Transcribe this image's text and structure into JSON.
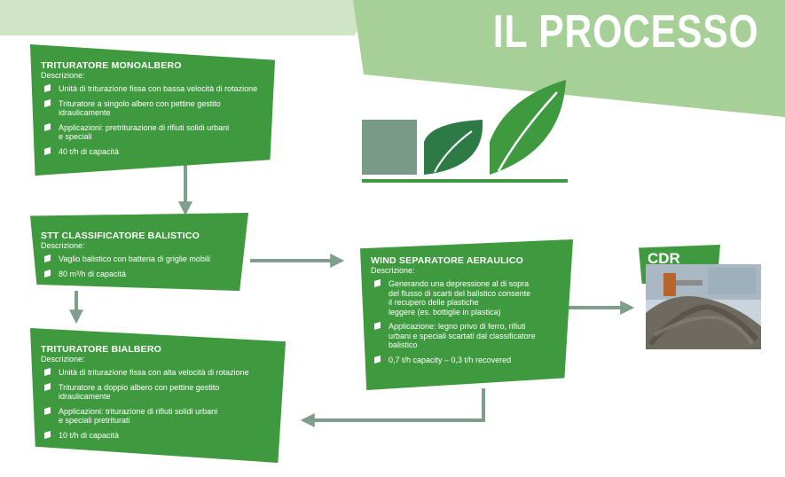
{
  "title": "IL PROCESSO",
  "colors": {
    "accent": "#3f9a3f",
    "band": "#a7cf98",
    "leaf_dark": "#2e7a46",
    "leaf_grey": "#7a9a88"
  },
  "boxes": [
    {
      "id": "monoalbero",
      "title": "TRITURATORE MONOALBERO",
      "desc": "Descrizione:",
      "items": [
        "Unità di triturazione fissa con bassa velocità di rotazione",
        "Trituratore a singolo albero con pettine gestito\nidraulicamente",
        "Applicazioni: pretriturazione di rifiuti solidi urbani\ne speciali",
        "40 t/h di capacità"
      ]
    },
    {
      "id": "balistico",
      "title": "STT CLASSIFICATORE BALISTICO",
      "desc": "Descrizione:",
      "items": [
        "Vaglio balistico con batteria di griglie mobili",
        "80 m³/h di capacità"
      ]
    },
    {
      "id": "bialbero",
      "title": "TRITURATORE BIALBERO",
      "desc": "Descrizione:",
      "items": [
        "Unità di triturazione fissa con alta velocità di rotazione",
        "Trituratore a doppio albero con pettine gestito\nidraulicamente",
        "Applicazioni: triturazione di rifiuti solidi urbani\ne speciali pretriturati",
        "10 t/h di capacità"
      ]
    },
    {
      "id": "wind",
      "title": "WIND  SEPARATORE AERAULICO",
      "desc": "Descrizione:",
      "items": [
        "Generando una depressione al di sopra\ndel flusso di scarti del balistico consente\nil recupero delle plastiche\nleggere (es. bottiglie in plastica)",
        "Applicazione: legno privo di ferro, rifiuti\nurbani e speciali scartati dal classificatore\nbalistico",
        "0,7 t/h capacity – 0,3 t/h recovered"
      ]
    }
  ],
  "cdr_label": "CDR",
  "icons": [
    "leaf-logo-icon",
    "bullet-icon",
    "arrow-icon"
  ]
}
